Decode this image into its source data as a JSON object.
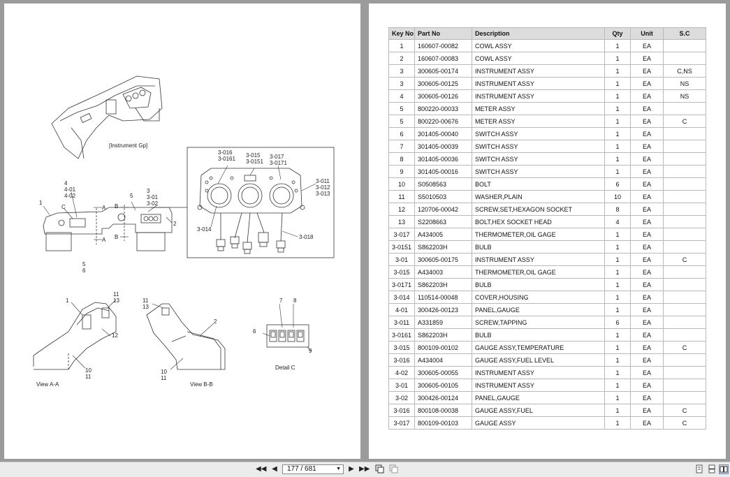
{
  "viewer": {
    "current_page": "177",
    "page_separator": "/",
    "total_pages": "681",
    "icons": {
      "first_page": "first-page-icon",
      "prev_page": "prev-page-icon",
      "next_page": "next-page-icon",
      "last_page": "last-page-icon",
      "page_dropdown": "chevron-down-icon",
      "fit_page": "fit-page-icon",
      "fit_width": "fit-width-icon",
      "single_page_view": "single-page-view-icon",
      "continuous_view": "continuous-view-icon",
      "two_page_view": "two-page-view-icon"
    }
  },
  "drawing": {
    "caption_main": "[Instrument Gp]",
    "view_a": "View A-A",
    "view_b": "View B-B",
    "detail_c": "Detail C",
    "labels": {
      "c": "C",
      "a": "A",
      "b": "B",
      "n1": "1",
      "n2": "2",
      "n3": "3",
      "n4": "4",
      "n5": "5",
      "n6": "6",
      "n7": "7",
      "n8": "8",
      "n9": "9",
      "n10": "10",
      "n11": "11",
      "n12": "12",
      "n13": "13",
      "p3_01": "3-01",
      "p3_02": "3-02",
      "p4_01": "4-01",
      "p4_02": "4-02",
      "p3_016": "3-016",
      "p3_0161": "3-0161",
      "p3_015": "3-015",
      "p3_0151": "3-0151",
      "p3_017": "3-017",
      "p3_0171": "3-0171",
      "p3_011": "3-011",
      "p3_012": "3-012",
      "p3_013": "3-013",
      "p3_014": "3-014",
      "p3_018": "3-018"
    }
  },
  "table": {
    "headers": {
      "key": "Key No",
      "part": "Part No",
      "desc": "Description",
      "qty": "Qty",
      "unit": "Unit",
      "sc": "S.C"
    },
    "rows": [
      {
        "key": "1",
        "part": "160607-00082",
        "desc": "COWL ASSY",
        "qty": "1",
        "unit": "EA",
        "sc": ""
      },
      {
        "key": "2",
        "part": "160607-00083",
        "desc": "COWL ASSY",
        "qty": "1",
        "unit": "EA",
        "sc": ""
      },
      {
        "key": "3",
        "part": "300605-00174",
        "desc": "INSTRUMENT ASSY",
        "qty": "1",
        "unit": "EA",
        "sc": "C,NS"
      },
      {
        "key": "3",
        "part": "300605-00125",
        "desc": "INSTRUMENT ASSY",
        "qty": "1",
        "unit": "EA",
        "sc": "NS"
      },
      {
        "key": "4",
        "part": "300605-00126",
        "desc": "INSTRUMENT ASSY",
        "qty": "1",
        "unit": "EA",
        "sc": "NS"
      },
      {
        "key": "5",
        "part": "800220-00033",
        "desc": "METER ASSY",
        "qty": "1",
        "unit": "EA",
        "sc": ""
      },
      {
        "key": "5",
        "part": "800220-00676",
        "desc": "METER ASSY",
        "qty": "1",
        "unit": "EA",
        "sc": "C"
      },
      {
        "key": "6",
        "part": "301405-00040",
        "desc": "SWITCH ASSY",
        "qty": "1",
        "unit": "EA",
        "sc": ""
      },
      {
        "key": "7",
        "part": "301405-00039",
        "desc": "SWITCH ASSY",
        "qty": "1",
        "unit": "EA",
        "sc": ""
      },
      {
        "key": "8",
        "part": "301405-00036",
        "desc": "SWITCH ASSY",
        "qty": "1",
        "unit": "EA",
        "sc": ""
      },
      {
        "key": "9",
        "part": "301405-00016",
        "desc": "SWITCH ASSY",
        "qty": "1",
        "unit": "EA",
        "sc": ""
      },
      {
        "key": "10",
        "part": "S0508563",
        "desc": "BOLT",
        "qty": "6",
        "unit": "EA",
        "sc": ""
      },
      {
        "key": "11",
        "part": "S5010503",
        "desc": "WASHER,PLAIN",
        "qty": "10",
        "unit": "EA",
        "sc": ""
      },
      {
        "key": "12",
        "part": "120706-00042",
        "desc": "SCREW,SET,HEXAGON SOCKET",
        "qty": "8",
        "unit": "EA",
        "sc": ""
      },
      {
        "key": "13",
        "part": "S2208663",
        "desc": "BOLT,HEX SOCKET HEAD",
        "qty": "4",
        "unit": "EA",
        "sc": ""
      },
      {
        "key": "3-017",
        "part": "A434005",
        "desc": "THERMOMETER,OIL GAGE",
        "qty": "1",
        "unit": "EA",
        "sc": ""
      },
      {
        "key": "3-0151",
        "part": "S862203H",
        "desc": "BULB",
        "qty": "1",
        "unit": "EA",
        "sc": ""
      },
      {
        "key": "3-01",
        "part": "300605-00175",
        "desc": "INSTRUMENT ASSY",
        "qty": "1",
        "unit": "EA",
        "sc": "C"
      },
      {
        "key": "3-015",
        "part": "A434003",
        "desc": "THERMOMETER,OIL GAGE",
        "qty": "1",
        "unit": "EA",
        "sc": ""
      },
      {
        "key": "3-0171",
        "part": "S862203H",
        "desc": "BULB",
        "qty": "1",
        "unit": "EA",
        "sc": ""
      },
      {
        "key": "3-014",
        "part": "110514-00048",
        "desc": "COVER,HOUSING",
        "qty": "1",
        "unit": "EA",
        "sc": ""
      },
      {
        "key": "4-01",
        "part": "300426-00123",
        "desc": "PANEL,GAUGE",
        "qty": "1",
        "unit": "EA",
        "sc": ""
      },
      {
        "key": "3-011",
        "part": "A331859",
        "desc": "SCREW,TAPPING",
        "qty": "6",
        "unit": "EA",
        "sc": ""
      },
      {
        "key": "3-0161",
        "part": "S862203H",
        "desc": "BULB",
        "qty": "1",
        "unit": "EA",
        "sc": ""
      },
      {
        "key": "3-015",
        "part": "800109-00102",
        "desc": "GAUGE ASSY,TEMPERATURE",
        "qty": "1",
        "unit": "EA",
        "sc": "C"
      },
      {
        "key": "3-016",
        "part": "A434004",
        "desc": "GAUGE ASSY,FUEL LEVEL",
        "qty": "1",
        "unit": "EA",
        "sc": ""
      },
      {
        "key": "4-02",
        "part": "300605-00055",
        "desc": "INSTRUMENT ASSY",
        "qty": "1",
        "unit": "EA",
        "sc": ""
      },
      {
        "key": "3-01",
        "part": "300605-00105",
        "desc": "INSTRUMENT ASSY",
        "qty": "1",
        "unit": "EA",
        "sc": ""
      },
      {
        "key": "3-02",
        "part": "300426-00124",
        "desc": "PANEL,GAUGE",
        "qty": "1",
        "unit": "EA",
        "sc": ""
      },
      {
        "key": "3-016",
        "part": "800108-00038",
        "desc": "GAUGE ASSY,FUEL",
        "qty": "1",
        "unit": "EA",
        "sc": "C"
      },
      {
        "key": "3-017",
        "part": "800109-00103",
        "desc": "GAUGE ASSY",
        "qty": "1",
        "unit": "EA",
        "sc": "C"
      }
    ]
  }
}
